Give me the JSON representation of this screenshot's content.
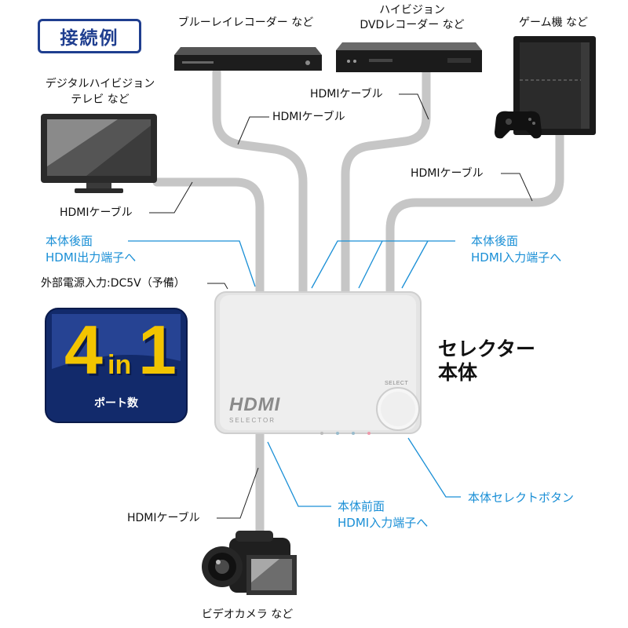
{
  "header": {
    "title": "接続例"
  },
  "devices": {
    "bluray": "ブルーレイレコーダー など",
    "dvd_line1": "ハイビジョン",
    "dvd_line2": "DVDレコーダー など",
    "game": "ゲーム機 など",
    "tv_line1": "デジタルハイビジョン",
    "tv_line2": "テレビ など",
    "camera": "ビデオカメラ など"
  },
  "cables": {
    "bluray_cable": "HDMIケーブル",
    "dvd_cable": "HDMIケーブル",
    "game_cable": "HDMIケーブル",
    "tv_cable": "HDMIケーブル",
    "camera_cable": "HDMIケーブル"
  },
  "callouts": {
    "rear_output_line1": "本体後面",
    "rear_output_line2": "HDMI出力端子へ",
    "rear_input_line1": "本体後面",
    "rear_input_line2": "HDMI入力端子へ",
    "front_input_line1": "本体前面",
    "front_input_line2": "HDMI入力端子へ",
    "select_button": "本体セレクトボタン",
    "power": "外部電源入力:DC5V（予備）"
  },
  "selector": {
    "title_line1": "セレクター",
    "title_line2": "本体",
    "logo": "HDMI",
    "logo_sub": "SELECTOR",
    "button_label": "SELECT"
  },
  "badge": {
    "number": "4",
    "word": "in",
    "number2": "1",
    "caption": "ポート数"
  },
  "colors": {
    "accent_blue": "#1a8fd6",
    "badge_blue": "#1f3e8f",
    "cable_gray": "#c8c8c8"
  }
}
